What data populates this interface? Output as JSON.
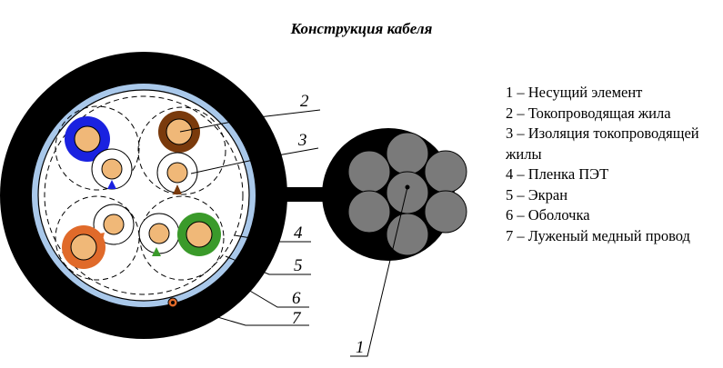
{
  "title": "Конструкция кабеля",
  "legend": [
    "1 – Несущий элемент",
    "2 – Токопроводящая жила",
    "3 – Изоляция токопроводящей жилы",
    "4 – Пленка ПЭТ",
    "5 – Экран",
    "6 – Оболочка",
    "7 – Луженый медный провод"
  ],
  "callouts": [
    "1",
    "2",
    "3",
    "4",
    "5",
    "6",
    "7"
  ],
  "colors": {
    "sheath": "#000000",
    "screen": "#a9c8ea",
    "messenger_wire": "#7a7a7a",
    "conductor": "#f0b878",
    "pair_blue": "#1a22e0",
    "pair_brown": "#7a3a0c",
    "pair_orange": "#e06a2a",
    "pair_green": "#3a9a2a",
    "drain_wire": "#e06a2a"
  }
}
